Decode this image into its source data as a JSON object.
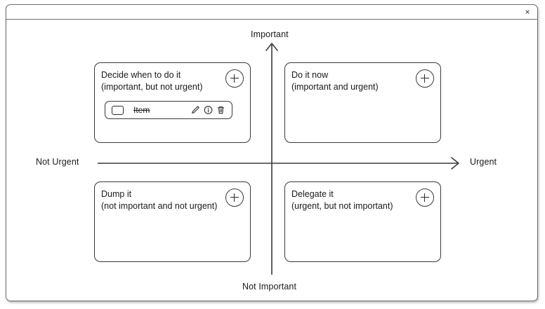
{
  "window": {
    "close_label": "×",
    "close_icon": "close-icon"
  },
  "axes": {
    "top_label": "Important",
    "bottom_label": "Not Important",
    "left_label": "Not Urgent",
    "right_label": "Urgent",
    "vertical_arrow_icon": "arrow-up-icon",
    "horizontal_arrow_icon": "arrow-right-icon",
    "line_color": "#3a3a3a"
  },
  "quadrants": [
    {
      "key": "decide",
      "title": "Decide when to do it",
      "subtitle": "(important, but not urgent)",
      "add_label": "+",
      "add_icon": "plus-circle-icon"
    },
    {
      "key": "do",
      "title": "Do it now",
      "subtitle": "(important and urgent)",
      "add_label": "+",
      "add_icon": "plus-circle-icon"
    },
    {
      "key": "dump",
      "title": "Dump it",
      "subtitle": "(not important and not urgent)",
      "add_label": "+",
      "add_icon": "plus-circle-icon"
    },
    {
      "key": "delegate",
      "title": "Delegate it",
      "subtitle": "(urgent, but not important)",
      "add_label": "+",
      "add_icon": "plus-circle-icon"
    }
  ],
  "item": {
    "label": "Item",
    "completed": true,
    "checkbox_icon": "checkbox-unchecked-icon",
    "edit_icon": "pencil-icon",
    "info_icon": "info-circle-icon",
    "delete_icon": "trash-icon"
  },
  "colors": {
    "background": "#ffffff",
    "stroke": "#3a3a3a",
    "frame": "#6d6d6d",
    "text": "#1a1a1a"
  }
}
